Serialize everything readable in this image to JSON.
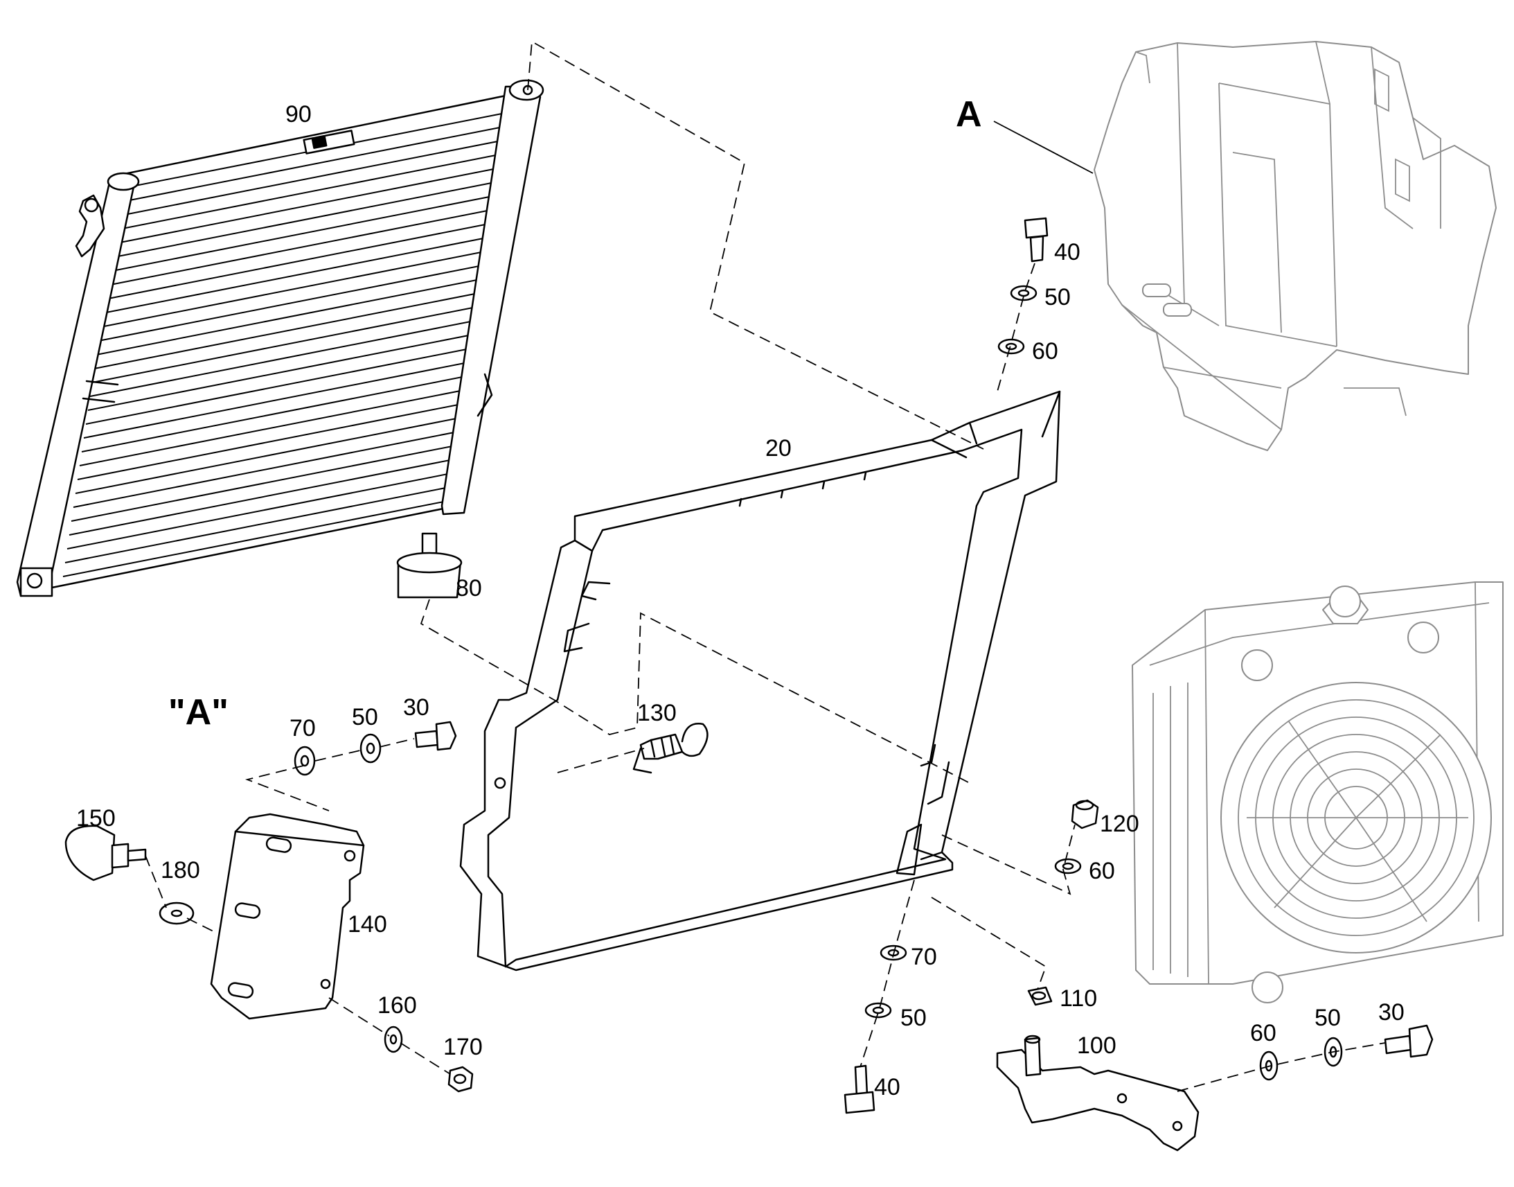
{
  "view_labels": {
    "detail_ref": "A",
    "detail_view": "\"A\""
  },
  "callouts": {
    "p90": "90",
    "p80": "80",
    "p20": "20",
    "p130": "130",
    "p40_top": "40",
    "p50_top": "50",
    "p60_top": "60",
    "p120": "120",
    "p60_mid": "60",
    "p70_mid": "70",
    "p50_mid": "50",
    "p40_bottom": "40",
    "p110": "110",
    "p100": "100",
    "p60_bottom": "60",
    "p50_bottom": "50",
    "p30_bottom": "30",
    "p70_left": "70",
    "p50_left": "50",
    "p30_left": "30",
    "p150": "150",
    "p180": "180",
    "p140": "140",
    "p160": "160",
    "p170": "170"
  }
}
